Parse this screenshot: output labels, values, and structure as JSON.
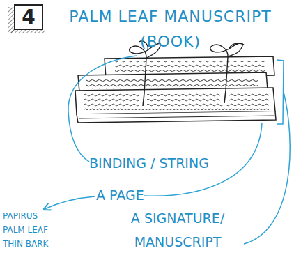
{
  "diagram": {
    "title": "PALM LEAF MANUSCRIPT (BOOK)",
    "nodes": [
      {
        "text": [
          "4"
        ]
      }
    ],
    "labels": [
      "BINDING / STRING",
      "A PAGE",
      "PAPIRUS PALM LEAF THIN BARK",
      "A SIGNATURE/ MANUSCRIPT"
    ]
  }
}
